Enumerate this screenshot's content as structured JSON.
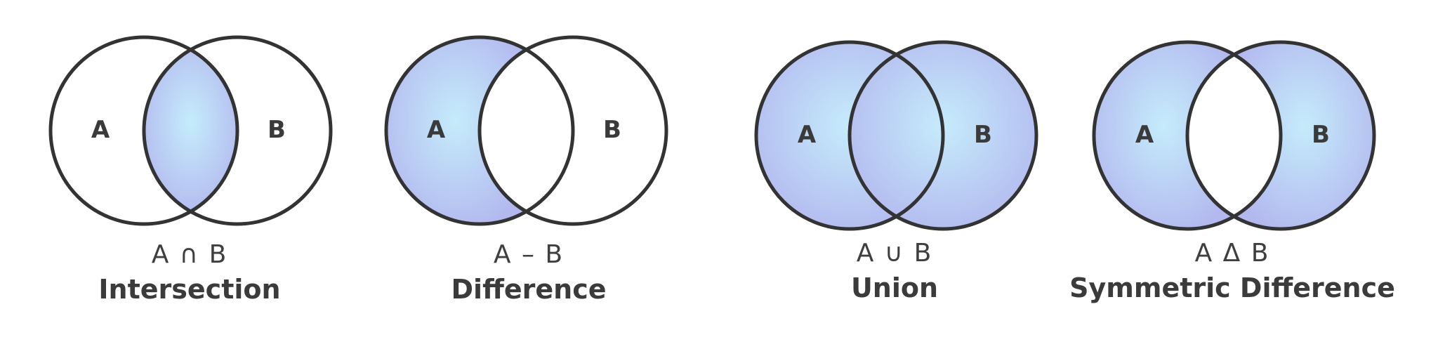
{
  "diagrams": [
    {
      "id": "intersection",
      "set_a_label": "A",
      "set_b_label": "B",
      "expression": "A ∩ B",
      "name": "Intersection",
      "shaded": "intersection"
    },
    {
      "id": "difference",
      "set_a_label": "A",
      "set_b_label": "B",
      "expression": "A – B",
      "name": "Difference",
      "shaded": "a_only"
    },
    {
      "id": "union",
      "set_a_label": "A",
      "set_b_label": "B",
      "expression": "A ∪ B",
      "name": "Union",
      "shaded": "union"
    },
    {
      "id": "symmetric-difference",
      "set_a_label": "A",
      "set_b_label": "B",
      "expression": "A Δ B",
      "name": "Symmetric Difference",
      "shaded": "symmetric"
    }
  ],
  "colors": {
    "outline": "#333333",
    "fill_center": "#c5ecfb",
    "fill_edge": "#b3b9ef",
    "background": "#ffffff"
  }
}
